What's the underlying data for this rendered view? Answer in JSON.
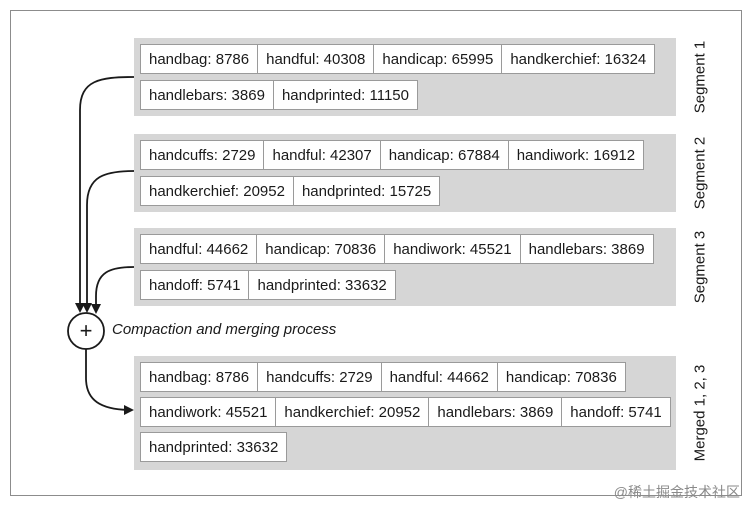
{
  "segments": [
    {
      "label": "Segment 1",
      "rows": [
        [
          "handbag: 8786",
          "handful: 40308",
          "handicap: 65995",
          "handkerchief: 16324"
        ],
        [
          "handlebars: 3869",
          "handprinted: 11150"
        ]
      ]
    },
    {
      "label": "Segment 2",
      "rows": [
        [
          "handcuffs: 2729",
          "handful: 42307",
          "handicap: 67884",
          "handiwork: 16912"
        ],
        [
          "handkerchief: 20952",
          "handprinted: 15725"
        ]
      ]
    },
    {
      "label": "Segment 3",
      "rows": [
        [
          "handful: 44662",
          "handicap: 70836",
          "handiwork: 45521",
          "handlebars: 3869"
        ],
        [
          "handoff: 5741",
          "handprinted: 33632"
        ]
      ]
    }
  ],
  "merged": {
    "label": "Merged 1, 2, 3",
    "rows": [
      [
        "handbag: 8786",
        "handcuffs: 2729",
        "handful: 44662",
        "handicap: 70836"
      ],
      [
        "handiwork: 45521",
        "handkerchief: 20952",
        "handlebars: 3869",
        "handoff: 5741"
      ],
      [
        "handprinted: 33632"
      ]
    ]
  },
  "process": {
    "symbol": "+",
    "caption": "Compaction and merging process"
  },
  "watermark": "@稀土掘金技术社区"
}
